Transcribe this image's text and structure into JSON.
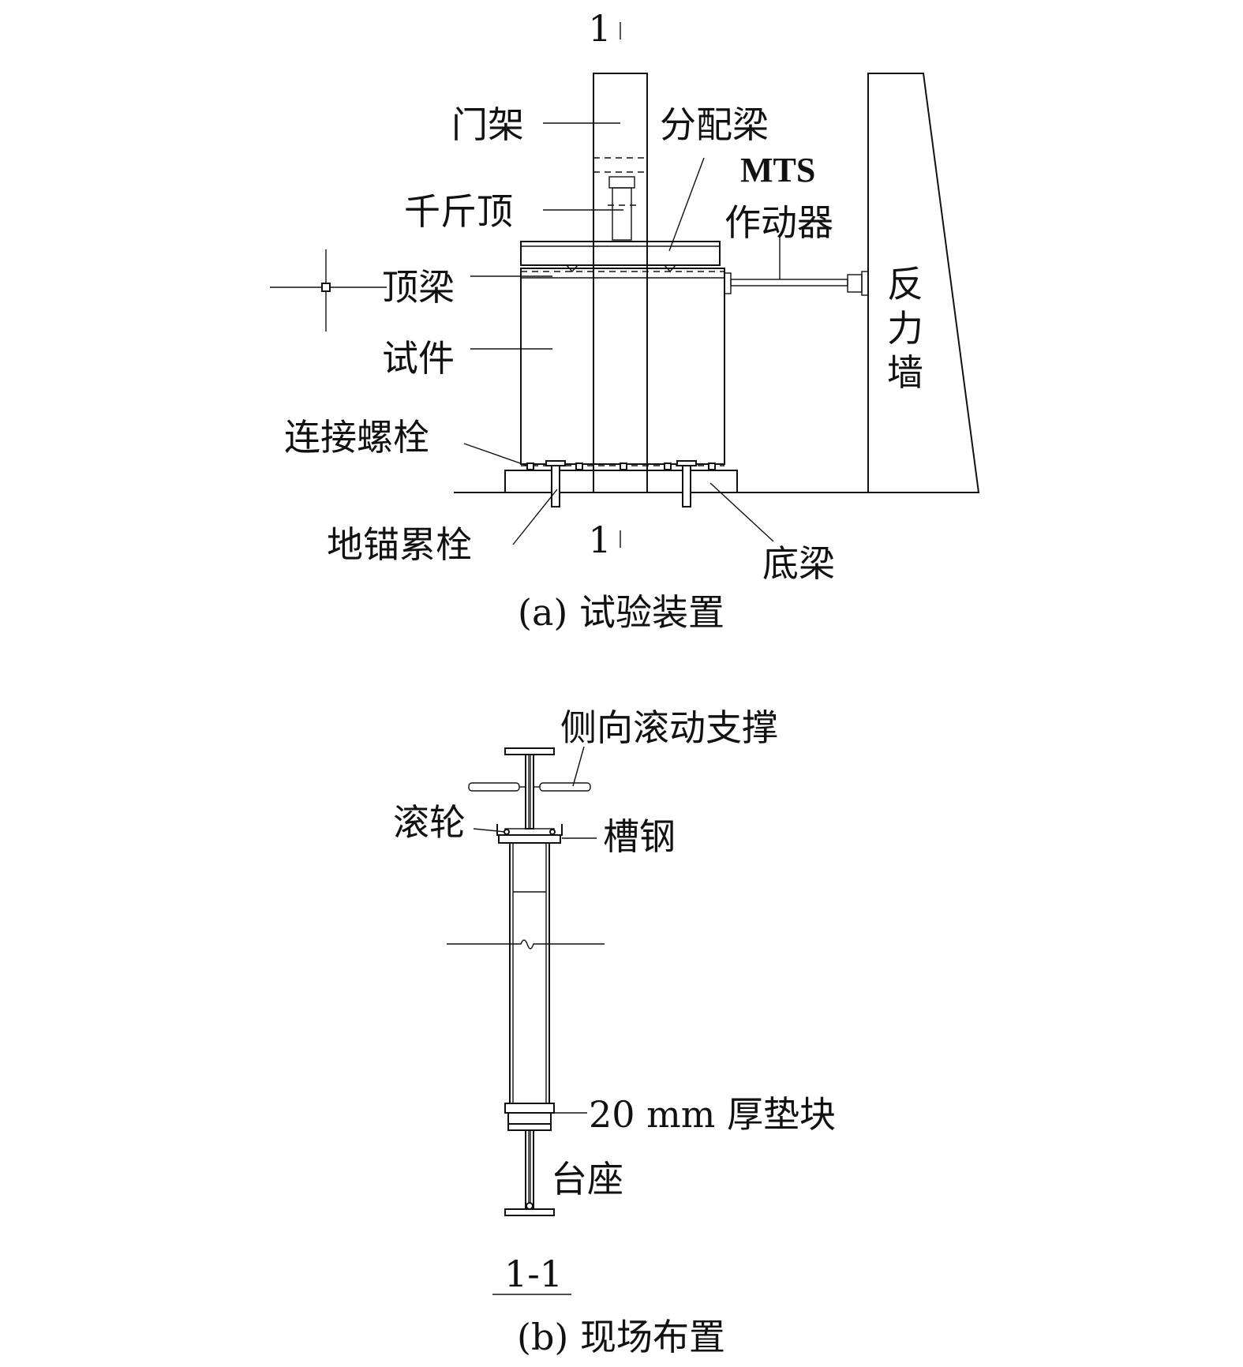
{
  "figure_a": {
    "section_mark_top": "1",
    "section_mark_bottom": "1",
    "labels": {
      "gantry": "门架",
      "distribution_beam": "分配梁",
      "mts_line1": "MTS",
      "mts_line2": "作动器",
      "jack": "千斤顶",
      "top_beam": "顶梁",
      "specimen": "试件",
      "reaction_wall_1": "反",
      "reaction_wall_2": "力",
      "reaction_wall_3": "墙",
      "connecting_bolt": "连接螺栓",
      "ground_anchor_bolt": "地锚累栓",
      "base_beam": "底梁"
    },
    "caption": "(a) 试验装置"
  },
  "figure_b": {
    "labels": {
      "lateral_roller_support": "侧向滚动支撑",
      "roller": "滚轮",
      "channel_steel": "槽钢",
      "pad_block": "20 mm 厚垫块",
      "pedestal": "台座"
    },
    "section_title": "1-1",
    "caption": "(b) 现场布置"
  }
}
